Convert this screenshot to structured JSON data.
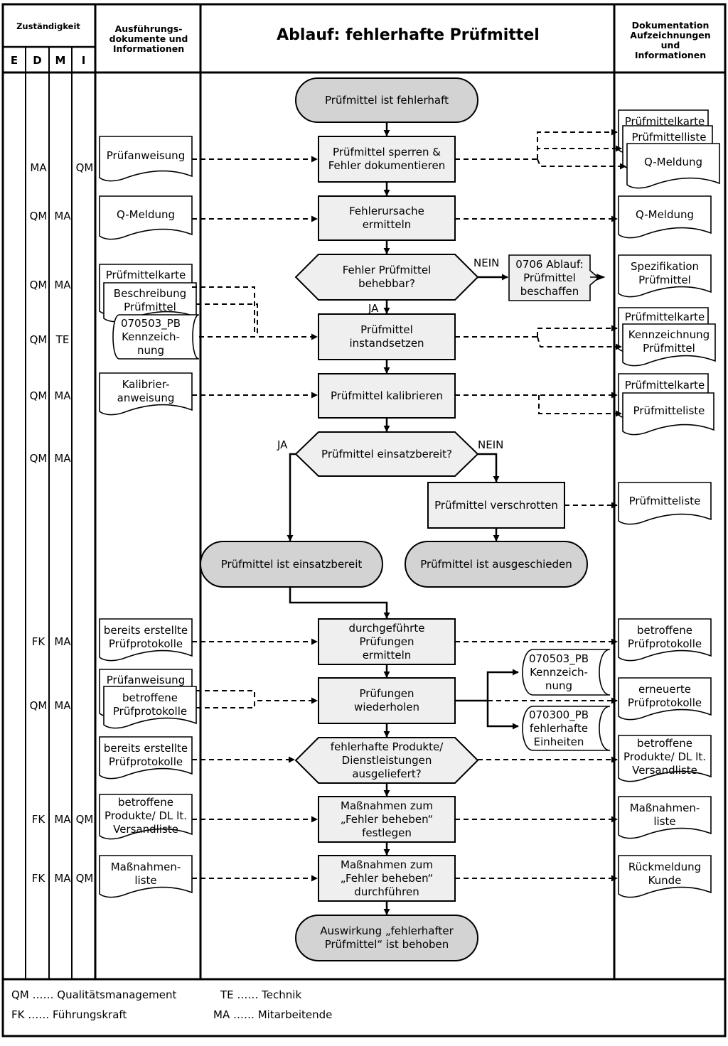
{
  "header": {
    "zustaendigkeit": "Zuständigkeit",
    "cols": [
      "E",
      "D",
      "M",
      "I"
    ],
    "ausfuehrung": "Ausführungs-\ndokumente und\nInformationen",
    "title": "Ablauf: fehlerhafte Prüfmittel",
    "dokumentation": "Dokumentation\nAufzeichnungen\nund\nInformationen"
  },
  "roles": [
    {
      "d": "MA",
      "i": "QM"
    },
    {
      "d": "QM",
      "m": "MA"
    },
    {
      "d": "QM",
      "m": "MA"
    },
    {
      "d": "QM",
      "m": "TE"
    },
    {
      "d": "QM",
      "m": "MA"
    },
    {
      "d": "QM",
      "m": "MA"
    },
    {
      "d": "FK",
      "m": "MA"
    },
    {
      "d": "QM",
      "m": "MA"
    },
    {
      "d": "FK",
      "m": "MA",
      "i": "QM"
    },
    {
      "d": "FK",
      "m": "MA",
      "i": "QM"
    }
  ],
  "flow": {
    "start": "Prüfmittel ist fehlerhaft",
    "sperren": "Prüfmittel sperren &\nFehler dokumentieren",
    "ursache": "Fehlerursache\nermitteln",
    "behebbar": "Fehler Prüfmittel\nbehebbar?",
    "beschaffen": "0706 Ablauf:\nPrüfmittel\nbeschaffen",
    "instand": "Prüfmittel\ninstandsetzen",
    "kalibrieren": "Prüfmittel kalibrieren",
    "einsatzbereit_q": "Prüfmittel einsatzbereit?",
    "verschrotten": "Prüfmittel verschrotten",
    "einsatzbereit_end": "Prüfmittel ist einsatzbereit",
    "ausgeschieden_end": "Prüfmittel ist ausgeschieden",
    "durchgefuehrt": "durchgeführte\nPrüfungen\nermitteln",
    "wiederholen": "Prüfungen\nwiederholen",
    "ausgeliefert": "fehlerhafte Produkte/\nDienstleistungen\nausgeliefert?",
    "festlegen": "Maßnahmen zum\n„Fehler beheben“\nfestlegen",
    "durchfuehren": "Maßnahmen zum\n„Fehler beheben“\ndurchführen",
    "end": "Auswirkung „fehlerhafter\nPrüfmittel“ ist behoben",
    "kennz_mid": "070503_PB\nKennzeich-\nnung",
    "einheiten_mid": "070300_PB\nfehlerhafte\nEinheiten"
  },
  "labels": {
    "nein": "NEIN",
    "ja": "JA"
  },
  "left_docs": {
    "pruefanweisung": "Prüfanweisung",
    "qmeldung": "Q-Meldung",
    "pruefmittelkarte": "Prüfmittelkarte",
    "beschreibung": "Beschreibung\nPrüfmittel",
    "kennz": "070503_PB\nKennzeich-\nnung",
    "kalibrier": "Kalibrier-\nanweisung",
    "bereits1": "bereits erstellte\nPrüfprotokolle",
    "pruefanweisung2": "Prüfanweisung",
    "betroffene_pp": "betroffene\nPrüfprotokolle",
    "bereits2": "bereits erstellte\nPrüfprotokolle",
    "betroffene_prod": "betroffene\nProdukte/ DL lt.\nVersandliste",
    "massnahmen": "Maßnahmen-\nliste"
  },
  "right_docs": {
    "r1a": "Prüfmittelkarte",
    "r1b": "Prüfmittelliste",
    "r1c": "Q-Meldung",
    "r2": "Q-Meldung",
    "r3": "Spezifikation\nPrüfmittel",
    "r4a": "Prüfmittelkarte",
    "r4b": "Kennzeichnung\nPrüfmittel",
    "r5a": "Prüfmittelkarte",
    "r5b": "Prüfmitteliste",
    "r6": "Prüfmitteliste",
    "r7": "betroffene\nPrüfprotokolle",
    "r8": "erneuerte\nPrüfprotokolle",
    "r9": "betroffene\nProdukte/ DL lt.\nVersandliste",
    "r10": "Maßnahmen-\nliste",
    "r11": "Rückmeldung\nKunde"
  },
  "legend": {
    "qm": "QM …… Qualitätsmanagement",
    "te": "TE …… Technik",
    "fk": "FK …… Führungskraft",
    "ma": "MA …… Mitarbeitende"
  },
  "colors": {
    "terminal": "#d3d3d3",
    "process": "#efefef",
    "line": "#000000"
  }
}
